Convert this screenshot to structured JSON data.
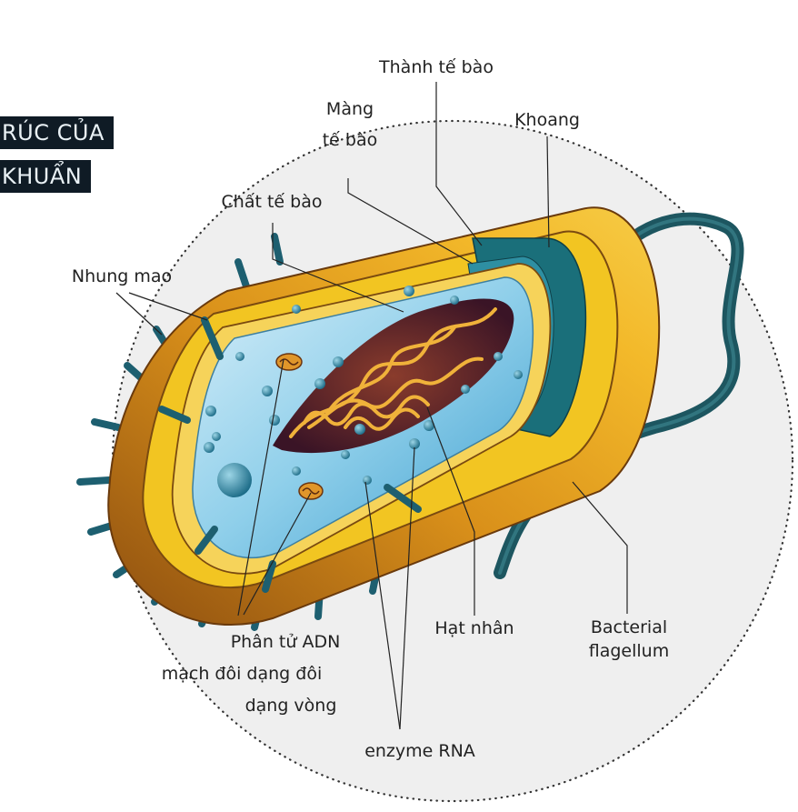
{
  "title": {
    "line1": "RÚC CỦA",
    "line2": "KHUẨN"
  },
  "labels": {
    "cell_wall": "Thành tế bào",
    "membrane_1": "Màng",
    "membrane_2": "tế bào",
    "periplasm": "Khoang",
    "cytoplasm": "Chất tế bào",
    "pili": "Nhung mao",
    "dna_1": "Phân tử ADN",
    "dna_2": "mạch đôi dạng đôi",
    "dna_3": "dạng vòng",
    "nucleoid": "Hạt nhân",
    "flagellum_1": "Bacterial",
    "flagellum_2": "flagellum",
    "ribosome": "enzyme RNA"
  },
  "colors": {
    "background_circle": "#efefef",
    "outer_capsule": "#e3a21a",
    "capsule_shadow": "#9b5b12",
    "cell_wall": "#f2c522",
    "periplasm": "#1a6f7a",
    "cytoplasm": "#9fd6ef",
    "nucleoid": "#5a2430",
    "dna_strand": "#f0b23a",
    "flagellum": "#1d5660",
    "title_bg": "#0f1b25"
  }
}
